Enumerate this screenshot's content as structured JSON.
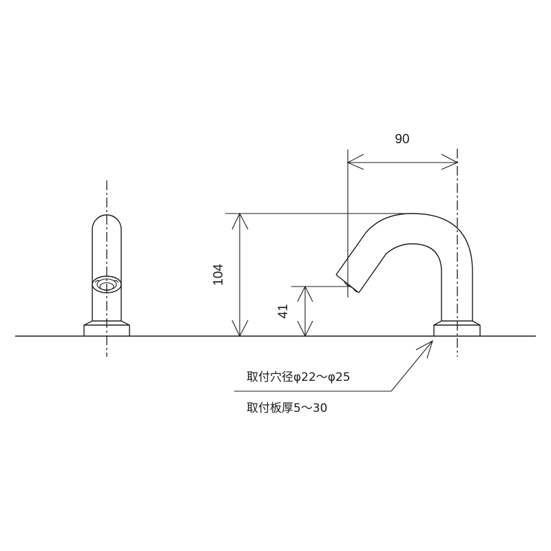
{
  "diagram": {
    "type": "technical-drawing",
    "subject": "faucet side and front elevation",
    "units": "mm",
    "dimensions": {
      "spout_reach": "90",
      "overall_height": "104",
      "spout_outlet_height": "41"
    },
    "notes": {
      "mounting_hole": "取付穴径φ22〜φ25",
      "mounting_thickness": "取付板厚5〜30"
    },
    "views": [
      {
        "name": "front-view",
        "description": "faucet body with sensor window, front elevation"
      },
      {
        "name": "side-view",
        "description": "gooseneck spout faucet, side elevation"
      }
    ],
    "colors": {
      "line": "#1a1a1a",
      "background": "#ffffff"
    }
  }
}
